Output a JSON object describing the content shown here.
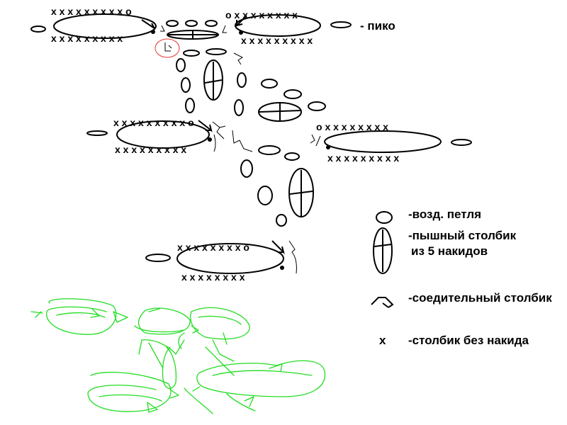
{
  "motifs": [
    {
      "x_top": "x x x x x x x x x o",
      "x_bottom": "x x x x x x x x x"
    },
    {
      "x_top": "o x x x x x x x x",
      "x_bottom": "x x x x x x x x x"
    },
    {
      "x_top": "x x x x x x x x x o",
      "x_bottom": "x x x x x x x x x"
    },
    {
      "x_top": "o x x x x x x x x",
      "x_bottom": "x x x x x x x x x"
    },
    {
      "x_top": "x x x x x x x x o",
      "x_bottom": "x x x x x x x x"
    }
  ],
  "legend": {
    "picot": "- пико",
    "chain_stitch": "-возд. петля",
    "puff_stitch_1": "-пышный столбик",
    "puff_stitch_2": "из 5 накидов",
    "slip_stitch": "-соедительный столбик",
    "sc_symbol": "x",
    "single_crochet": "-столбик без накида"
  },
  "colors": {
    "ink": "#000000",
    "sketch": "#22dd22",
    "highlight": "#e53333"
  }
}
